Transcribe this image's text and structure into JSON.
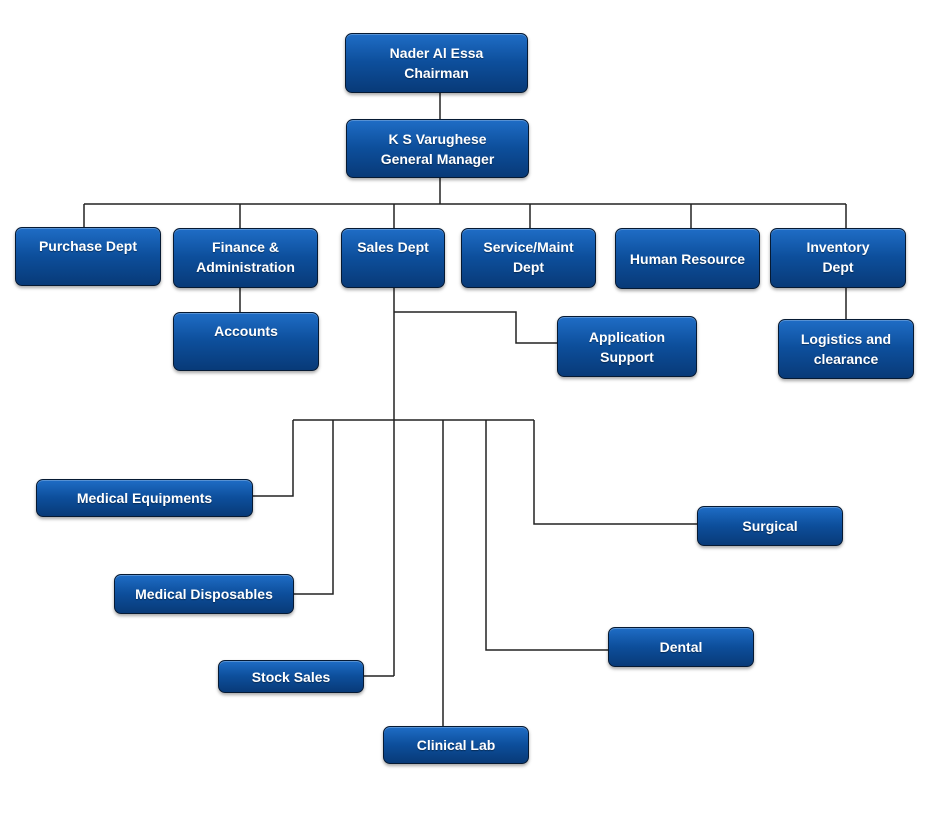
{
  "nodes": {
    "chairman": [
      "Nader Al Essa",
      "Chairman"
    ],
    "gm": [
      "K S Varughese",
      "General Manager"
    ],
    "purchase": [
      "Purchase Dept"
    ],
    "finance": [
      "Finance &",
      "Administration"
    ],
    "sales": [
      "Sales Dept"
    ],
    "service": [
      "Service/Maint",
      "Dept"
    ],
    "hr": [
      "Human Resource"
    ],
    "inventory": [
      "Inventory",
      "Dept"
    ],
    "accounts": [
      "Accounts"
    ],
    "app_support": [
      "Application",
      "Support"
    ],
    "logistics": [
      "Logistics and",
      "clearance"
    ],
    "med_equip": [
      "Medical Equipments"
    ],
    "med_disp": [
      "Medical Disposables"
    ],
    "stock_sales": [
      "Stock Sales"
    ],
    "clinical_lab": [
      "Clinical Lab"
    ],
    "surgical": [
      "Surgical"
    ],
    "dental": [
      "Dental"
    ]
  },
  "colors": {
    "box": "#0d4f9c",
    "box_light": "#1f6dc6",
    "box_dark": "#083a78",
    "connector": "#222222",
    "text": "#ffffff"
  }
}
